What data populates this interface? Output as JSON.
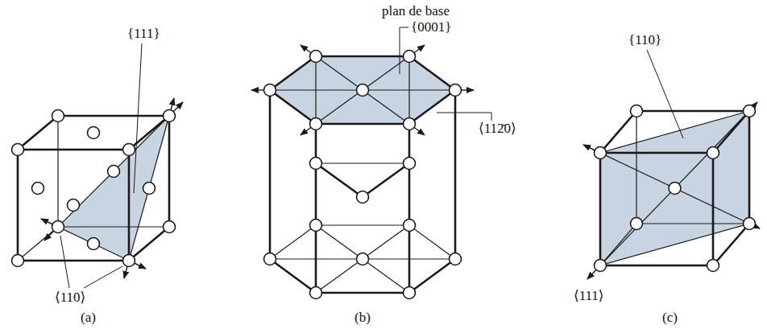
{
  "diagram": {
    "labels": [
      "{111}",
      "⟨110⟩",
      "(a)",
      "plan de base",
      "{0001}",
      "⟨112̄0⟩",
      "(b)",
      "{110}",
      "⟨111⟩",
      "(c)"
    ]
  }
}
